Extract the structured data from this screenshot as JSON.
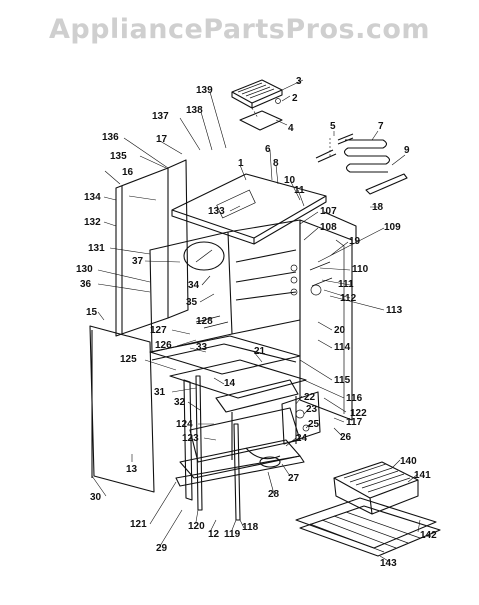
{
  "watermark": "AppliancePartsPros.com",
  "parts": [
    {
      "id": "label-3",
      "text": "3"
    },
    {
      "id": "label-2",
      "text": "2"
    },
    {
      "id": "label-4",
      "text": "4"
    },
    {
      "id": "label-139",
      "text": "139"
    },
    {
      "id": "label-138",
      "text": "138"
    },
    {
      "id": "label-137",
      "text": "137"
    },
    {
      "id": "label-136",
      "text": "136"
    },
    {
      "id": "label-17",
      "text": "17"
    },
    {
      "id": "label-135",
      "text": "135"
    },
    {
      "id": "label-16",
      "text": "16"
    },
    {
      "id": "label-1",
      "text": "1"
    },
    {
      "id": "label-6",
      "text": "6"
    },
    {
      "id": "label-8",
      "text": "8"
    },
    {
      "id": "label-10",
      "text": "10"
    },
    {
      "id": "label-11",
      "text": "11"
    },
    {
      "id": "label-5",
      "text": "5"
    },
    {
      "id": "label-7",
      "text": "7"
    },
    {
      "id": "label-9",
      "text": "9"
    },
    {
      "id": "label-18",
      "text": "18"
    },
    {
      "id": "label-134",
      "text": "134"
    },
    {
      "id": "label-132",
      "text": "132"
    },
    {
      "id": "label-133",
      "text": "133"
    },
    {
      "id": "label-107",
      "text": "107"
    },
    {
      "id": "label-108",
      "text": "108"
    },
    {
      "id": "label-109",
      "text": "109"
    },
    {
      "id": "label-19",
      "text": "19"
    },
    {
      "id": "label-131",
      "text": "131"
    },
    {
      "id": "label-37",
      "text": "37"
    },
    {
      "id": "label-130",
      "text": "130"
    },
    {
      "id": "label-36",
      "text": "36"
    },
    {
      "id": "label-34",
      "text": "34"
    },
    {
      "id": "label-110",
      "text": "110"
    },
    {
      "id": "label-111",
      "text": "111"
    },
    {
      "id": "label-112",
      "text": "112"
    },
    {
      "id": "label-35",
      "text": "35"
    },
    {
      "id": "label-113",
      "text": "113"
    },
    {
      "id": "label-15",
      "text": "15"
    },
    {
      "id": "label-128",
      "text": "128"
    },
    {
      "id": "label-127",
      "text": "127"
    },
    {
      "id": "label-20",
      "text": "20"
    },
    {
      "id": "label-114",
      "text": "114"
    },
    {
      "id": "label-126",
      "text": "126"
    },
    {
      "id": "label-33",
      "text": "33"
    },
    {
      "id": "label-21",
      "text": "21"
    },
    {
      "id": "label-125",
      "text": "125"
    },
    {
      "id": "label-14",
      "text": "14"
    },
    {
      "id": "label-115",
      "text": "115"
    },
    {
      "id": "label-31",
      "text": "31"
    },
    {
      "id": "label-116",
      "text": "116"
    },
    {
      "id": "label-22",
      "text": "22"
    },
    {
      "id": "label-32",
      "text": "32"
    },
    {
      "id": "label-23",
      "text": "23"
    },
    {
      "id": "label-122",
      "text": "122"
    },
    {
      "id": "label-124",
      "text": "124"
    },
    {
      "id": "label-25",
      "text": "25"
    },
    {
      "id": "label-117",
      "text": "117"
    },
    {
      "id": "label-26",
      "text": "26"
    },
    {
      "id": "label-123",
      "text": "123"
    },
    {
      "id": "label-24",
      "text": "24"
    },
    {
      "id": "label-13",
      "text": "13"
    },
    {
      "id": "label-27",
      "text": "27"
    },
    {
      "id": "label-140",
      "text": "140"
    },
    {
      "id": "label-141",
      "text": "141"
    },
    {
      "id": "label-28",
      "text": "28"
    },
    {
      "id": "label-30",
      "text": "30"
    },
    {
      "id": "label-121",
      "text": "121"
    },
    {
      "id": "label-142",
      "text": "142"
    },
    {
      "id": "label-120",
      "text": "120"
    },
    {
      "id": "label-12",
      "text": "12"
    },
    {
      "id": "label-119",
      "text": "119"
    },
    {
      "id": "label-118",
      "text": "118"
    },
    {
      "id": "label-29",
      "text": "29"
    },
    {
      "id": "label-143",
      "text": "143"
    }
  ]
}
